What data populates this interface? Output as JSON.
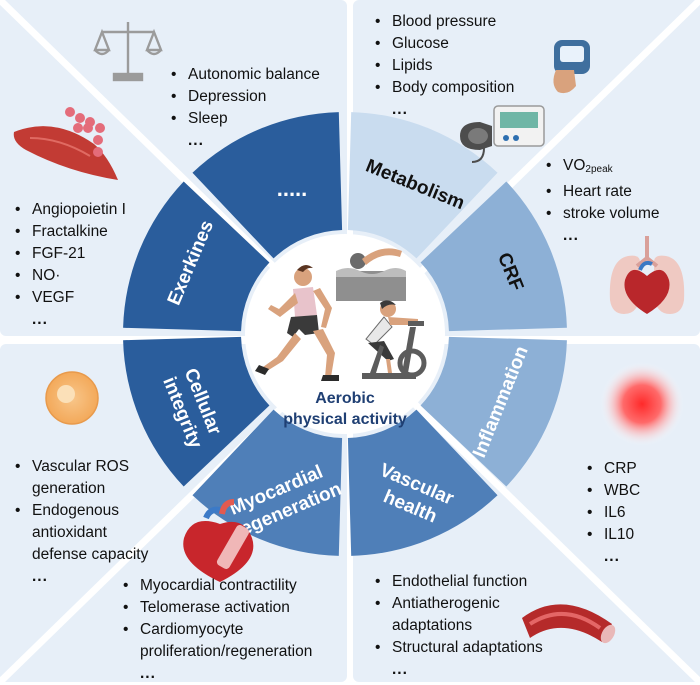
{
  "center": {
    "line1": "Aerobic",
    "line2": "physical activity"
  },
  "segments": [
    {
      "id": "ellipsis",
      "label": "....."
    },
    {
      "id": "metabolism",
      "label": "Metabolism"
    },
    {
      "id": "crf",
      "label": "CRF"
    },
    {
      "id": "inflammation",
      "label": "Inflammation"
    },
    {
      "id": "vascular",
      "label_lines": [
        "Vascular",
        "health"
      ]
    },
    {
      "id": "myocardial",
      "label_lines": [
        "Myocardial",
        "regeneration"
      ]
    },
    {
      "id": "cellular",
      "label_lines": [
        "Cellular",
        "integrity"
      ]
    },
    {
      "id": "exerkines",
      "label": "Exerkines"
    }
  ],
  "panels": {
    "top_left": {
      "items": [
        "Autonomic balance",
        "Depression",
        "Sleep",
        "..."
      ]
    },
    "top_right": {
      "items": [
        "Blood pressure",
        "Glucose",
        "Lipids",
        "Body composition",
        "..."
      ]
    },
    "right_upper": {
      "vo2": "VO",
      "vo2_sub": "2peak",
      "items": [
        "Heart rate",
        "stroke volume",
        "..."
      ]
    },
    "left_upper": {
      "items": [
        "Angiopoietin I",
        "Fractalkine",
        "FGF-21",
        "NO·",
        "VEGF",
        "..."
      ]
    },
    "left_lower": {
      "items": [
        "Vascular ROS generation",
        "Endogenous antioxidant defense capacity",
        "..."
      ]
    },
    "right_lower": {
      "items": [
        "CRP",
        "WBC",
        "IL6",
        "IL10",
        "..."
      ]
    },
    "bottom_left": {
      "items": [
        "Myocardial contractility",
        "Telomerase activation",
        "Cardiomyocyte proliferation/regeneration",
        "..."
      ]
    },
    "bottom_right": {
      "items": [
        "Endothelial function",
        "Antiatherogenic adaptations",
        "Structural adaptations",
        "..."
      ]
    }
  },
  "colors": {
    "panel_bg": "#e7eff8",
    "divider": "#ffffff",
    "navy": "#1f3f73",
    "dark": "#2a5d9c",
    "mid": "#4f7fb8",
    "light": "#8db0d6",
    "pale": "#c9dcef"
  },
  "icons": [
    "balance-scale-icon",
    "muscle-fiber-icon",
    "blood-pressure-monitor-icon",
    "lungs-heart-icon",
    "cell-icon",
    "inflammation-glow-icon",
    "heart-icon",
    "blood-vessel-icon",
    "runner-icon",
    "swimmer-icon",
    "cyclist-icon"
  ]
}
